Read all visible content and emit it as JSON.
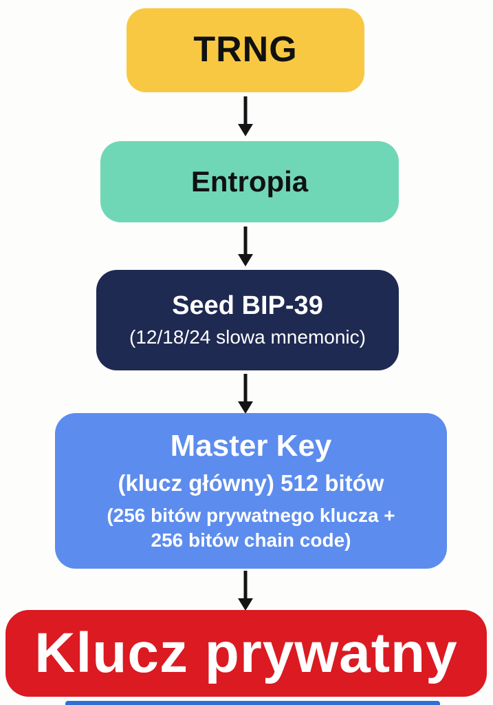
{
  "diagram": {
    "title": "BIP-39 key derivation flow",
    "arrow_color": "#141414",
    "bottom_bar_color": "#2e6fd6",
    "nodes": [
      {
        "id": "trng",
        "title": "TRNG",
        "bg": "#F8C843",
        "fg": "#111111"
      },
      {
        "id": "entropia",
        "title": "Entropia",
        "bg": "#70D7B6",
        "fg": "#111111"
      },
      {
        "id": "seed-bip-39",
        "title": "Seed BIP-39",
        "subtitle": "(12/18/24 slowa mnemonic)",
        "bg": "#1F2A52",
        "fg": "#FFFFFF"
      },
      {
        "id": "master-key",
        "title": "Master Key",
        "line2": "(klucz główny) 512 bitów",
        "line3": "(256 bitów prywatnego  klucza +",
        "line4": "256 bitów chain code)",
        "bg": "#5C8CEE",
        "fg": "#FFFFFF"
      },
      {
        "id": "klucz-prywatny",
        "title": "Klucz prywatny",
        "bg": "#DB1A22",
        "fg": "#FFFFFF"
      }
    ]
  }
}
